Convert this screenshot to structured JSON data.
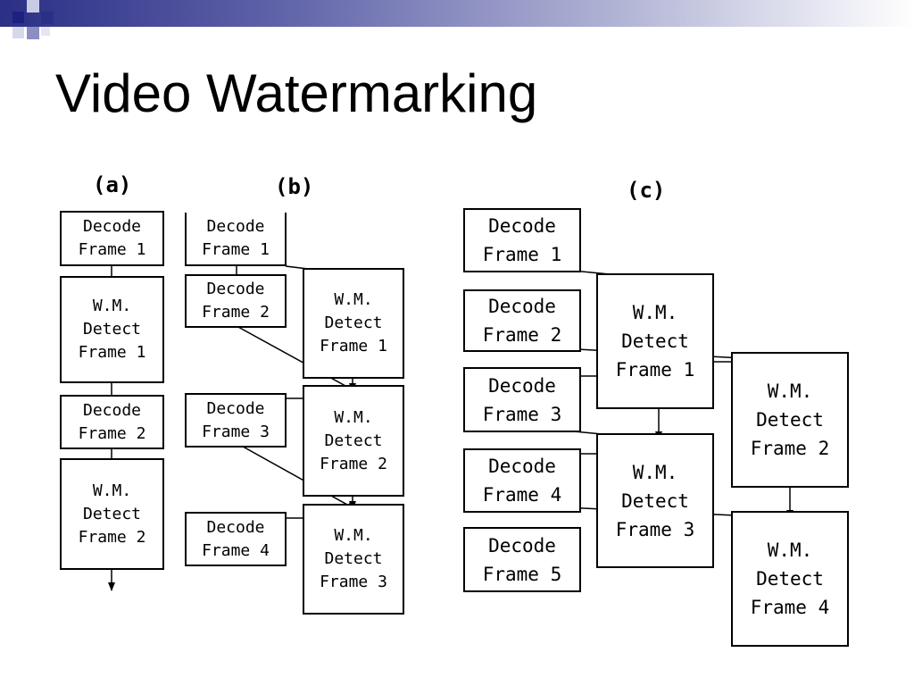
{
  "slide": {
    "title": "Video Watermarking",
    "accent": "#2b2f86"
  },
  "diagram": {
    "panels": [
      {
        "label": "(a)",
        "boxes": [
          {
            "line1": "Decode",
            "line2": "Frame 1"
          },
          {
            "line1": "W.M.",
            "line2": "Detect",
            "line3": "Frame 1"
          },
          {
            "line1": "Decode",
            "line2": "Frame 2"
          },
          {
            "line1": "W.M.",
            "line2": "Detect",
            "line3": "Frame 2"
          }
        ]
      },
      {
        "label": "(b)",
        "boxes": [
          {
            "line1": "Decode",
            "line2": "Frame 1"
          },
          {
            "line1": "Decode",
            "line2": "Frame 2"
          },
          {
            "line1": "W.M.",
            "line2": "Detect",
            "line3": "Frame 1"
          },
          {
            "line1": "Decode",
            "line2": "Frame 3"
          },
          {
            "line1": "W.M.",
            "line2": "Detect",
            "line3": "Frame 2"
          },
          {
            "line1": "Decode",
            "line2": "Frame 4"
          },
          {
            "line1": "W.M.",
            "line2": "Detect",
            "line3": "Frame 3"
          }
        ]
      },
      {
        "label": "(c)",
        "boxes": [
          {
            "line1": "Decode",
            "line2": "Frame 1"
          },
          {
            "line1": "Decode",
            "line2": "Frame 2"
          },
          {
            "line1": "Decode",
            "line2": "Frame 3"
          },
          {
            "line1": "Decode",
            "line2": "Frame 4"
          },
          {
            "line1": "Decode",
            "line2": "Frame 5"
          },
          {
            "line1": "W.M.",
            "line2": "Detect",
            "line3": "Frame 1"
          },
          {
            "line1": "W.M.",
            "line2": "Detect",
            "line3": "Frame 3"
          },
          {
            "line1": "W.M.",
            "line2": "Detect",
            "line3": "Frame 2"
          },
          {
            "line1": "W.M.",
            "line2": "Detect",
            "line3": "Frame 4"
          }
        ]
      }
    ]
  }
}
